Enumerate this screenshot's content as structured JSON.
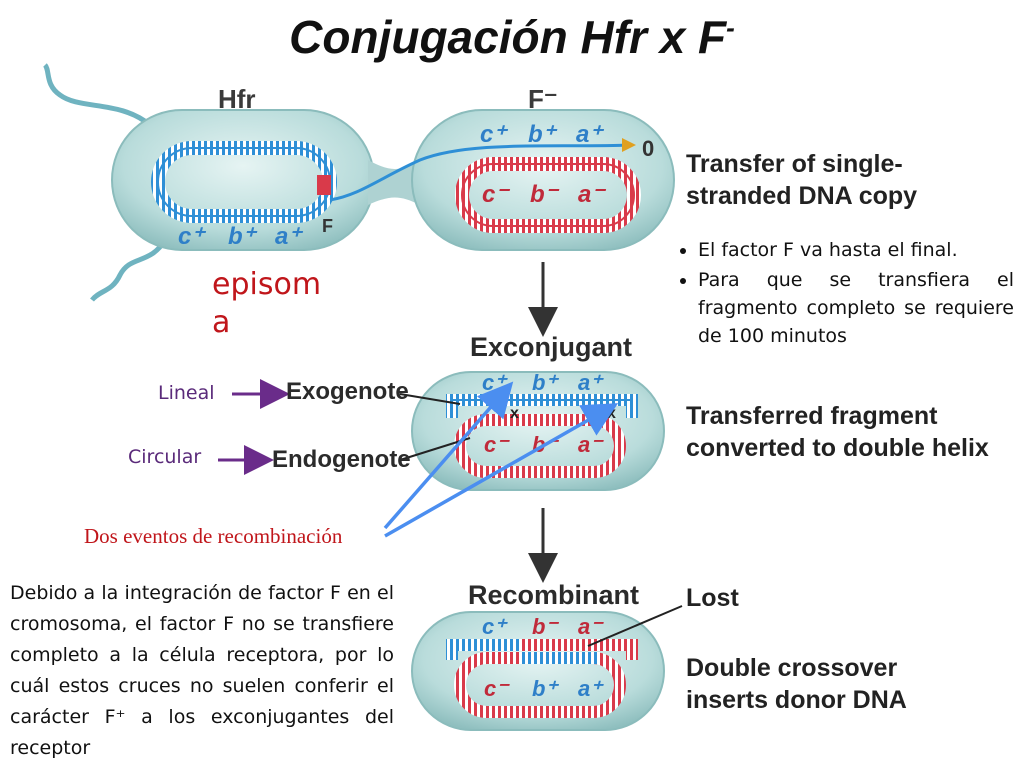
{
  "title": {
    "text": "Conjugación Hfr x F",
    "superscript": "-"
  },
  "cells": {
    "hfr_label": "Hfr",
    "fminus_label": "F⁻",
    "origin_label": "0",
    "f_label": "F",
    "hfr_genes": [
      "c⁺",
      "b⁺",
      "a⁺"
    ],
    "fminus_transfer_genes": [
      "c⁺",
      "b⁺",
      "a⁺"
    ],
    "fminus_genes": [
      "c⁻",
      "b⁻",
      "a⁻"
    ],
    "exconjugant_top_genes": [
      "c⁺",
      "b⁺",
      "a⁺"
    ],
    "exconjugant_bottom_genes": [
      "c⁻",
      "b⁻",
      "a⁻"
    ],
    "crossover_mark": "x",
    "recombinant_top_genes": [
      "c⁺",
      "b⁻",
      "a⁻"
    ],
    "recombinant_bottom_genes": [
      "c⁻",
      "b⁺",
      "a⁺"
    ]
  },
  "stages": {
    "exconjugant": "Exconjugant",
    "recombinant": "Recombinant"
  },
  "captions": {
    "transfer": "Transfer of single-stranded DNA copy",
    "transferred": "Transferred fragment converted to double helix",
    "lost": "Lost",
    "crossover": "Double crossover inserts donor DNA"
  },
  "labels": {
    "exogenote": "Exogenote",
    "endogenote": "Endogenote",
    "lineal": "Lineal",
    "circular": "Circular",
    "episoma": "episoma",
    "dos_eventos": "Dos eventos de recombinación"
  },
  "bullets": [
    "El factor F va hasta el final.",
    "Para que se transfiera el fragmento completo se requiere de 100 minutos"
  ],
  "paragraph": "Debido a la integración de factor F en el cromosoma, el factor F no se transfiere completo a la célula receptora, por lo cuál estos cruces no suelen conferir el carácter F⁺ a los exconjugantes del receptor",
  "colors": {
    "cell_fill": "#bfe0df",
    "donor_dna": "#2e8fd6",
    "recipient_dna": "#d93a4a",
    "arrow_blue": "#4b8ef0",
    "red_text": "#c0161b",
    "purple": "#5a2a7a"
  }
}
